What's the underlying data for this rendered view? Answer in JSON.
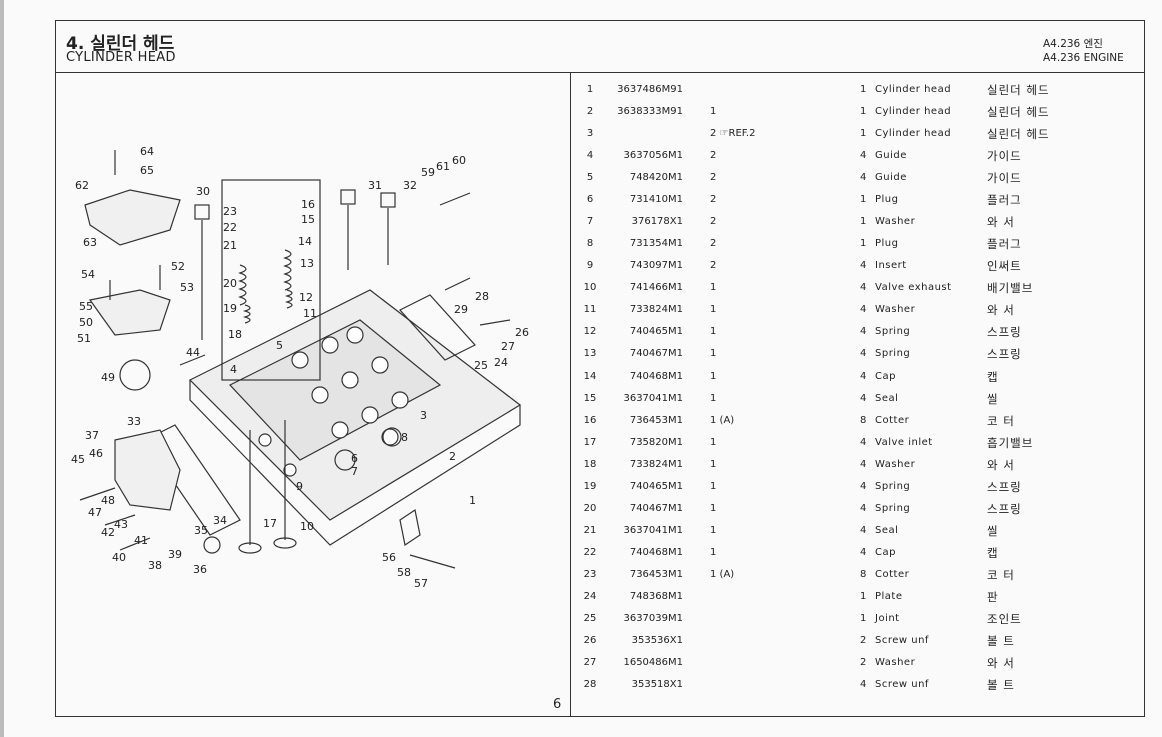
{
  "header": {
    "title_ko": "4. 실린더 헤드",
    "title_en": "CYLINDER HEAD",
    "engine_ko": "A4.236 엔진",
    "engine_en": "A4.236 ENGINE"
  },
  "page_number": "6",
  "diagram": {
    "callouts": [
      "64",
      "65",
      "62",
      "63",
      "30",
      "23",
      "22",
      "21",
      "20",
      "19",
      "18",
      "16",
      "15",
      "14",
      "13",
      "12",
      "11",
      "5",
      "4",
      "31",
      "32",
      "59",
      "61",
      "60",
      "28",
      "29",
      "26",
      "27",
      "24",
      "25",
      "54",
      "52",
      "53",
      "55",
      "50",
      "51",
      "44",
      "49",
      "33",
      "37",
      "46",
      "45",
      "48",
      "47",
      "43",
      "42",
      "41",
      "40",
      "39",
      "38",
      "35",
      "34",
      "36",
      "17",
      "10",
      "9",
      "6",
      "7",
      "8",
      "3",
      "2",
      "1",
      "56",
      "58",
      "57"
    ]
  },
  "parts": [
    {
      "idx": "1",
      "part": "3637486M91",
      "note": "",
      "qty": "1",
      "desc": "Cylinder head",
      "ko": "실린더 헤드"
    },
    {
      "idx": "2",
      "part": "3638333M91",
      "note": "1",
      "qty": "1",
      "desc": "Cylinder head",
      "ko": "실린더 헤드"
    },
    {
      "idx": "3",
      "part": "",
      "note": "2 ☞REF.2",
      "qty": "1",
      "desc": "Cylinder head",
      "ko": "실린더 헤드"
    },
    {
      "idx": "4",
      "part": "3637056M1",
      "note": "2",
      "qty": "4",
      "desc": "Guide",
      "ko": "가이드"
    },
    {
      "idx": "5",
      "part": "748420M1",
      "note": "2",
      "qty": "4",
      "desc": "Guide",
      "ko": "가이드"
    },
    {
      "idx": "6",
      "part": "731410M1",
      "note": "2",
      "qty": "1",
      "desc": "Plug",
      "ko": "플러그"
    },
    {
      "idx": "7",
      "part": "376178X1",
      "note": "2",
      "qty": "1",
      "desc": "Washer",
      "ko": "와  서"
    },
    {
      "idx": "8",
      "part": "731354M1",
      "note": "2",
      "qty": "1",
      "desc": "Plug",
      "ko": "플러그"
    },
    {
      "idx": "9",
      "part": "743097M1",
      "note": "2",
      "qty": "4",
      "desc": "Insert",
      "ko": "인써트"
    },
    {
      "idx": "10",
      "part": "741466M1",
      "note": "1",
      "qty": "4",
      "desc": "Valve exhaust",
      "ko": "배기밸브"
    },
    {
      "idx": "11",
      "part": "733824M1",
      "note": "1",
      "qty": "4",
      "desc": "Washer",
      "ko": "와  서"
    },
    {
      "idx": "12",
      "part": "740465M1",
      "note": "1",
      "qty": "4",
      "desc": "Spring",
      "ko": "스프링"
    },
    {
      "idx": "13",
      "part": "740467M1",
      "note": "1",
      "qty": "4",
      "desc": "Spring",
      "ko": "스프링"
    },
    {
      "idx": "14",
      "part": "740468M1",
      "note": "1",
      "qty": "4",
      "desc": "Cap",
      "ko": "캡"
    },
    {
      "idx": "15",
      "part": "3637041M1",
      "note": "1",
      "qty": "4",
      "desc": "Seal",
      "ko": "씰"
    },
    {
      "idx": "16",
      "part": "736453M1",
      "note": "1 (A)",
      "qty": "8",
      "desc": "Cotter",
      "ko": "코  터"
    },
    {
      "idx": "17",
      "part": "735820M1",
      "note": "1",
      "qty": "4",
      "desc": "Valve inlet",
      "ko": "흡기밸브"
    },
    {
      "idx": "18",
      "part": "733824M1",
      "note": "1",
      "qty": "4",
      "desc": "Washer",
      "ko": "와  서"
    },
    {
      "idx": "19",
      "part": "740465M1",
      "note": "1",
      "qty": "4",
      "desc": "Spring",
      "ko": "스프링"
    },
    {
      "idx": "20",
      "part": "740467M1",
      "note": "1",
      "qty": "4",
      "desc": "Spring",
      "ko": "스프링"
    },
    {
      "idx": "21",
      "part": "3637041M1",
      "note": "1",
      "qty": "4",
      "desc": "Seal",
      "ko": "씰"
    },
    {
      "idx": "22",
      "part": "740468M1",
      "note": "1",
      "qty": "4",
      "desc": "Cap",
      "ko": "캡"
    },
    {
      "idx": "23",
      "part": "736453M1",
      "note": "1 (A)",
      "qty": "8",
      "desc": "Cotter",
      "ko": "코  터"
    },
    {
      "idx": "24",
      "part": "748368M1",
      "note": "",
      "qty": "1",
      "desc": "Plate",
      "ko": "판"
    },
    {
      "idx": "25",
      "part": "3637039M1",
      "note": "",
      "qty": "1",
      "desc": "Joint",
      "ko": "조인트"
    },
    {
      "idx": "26",
      "part": "353536X1",
      "note": "",
      "qty": "2",
      "desc": "Screw unf",
      "ko": "볼  트"
    },
    {
      "idx": "27",
      "part": "1650486M1",
      "note": "",
      "qty": "2",
      "desc": "Washer",
      "ko": "와  서"
    },
    {
      "idx": "28",
      "part": "353518X1",
      "note": "",
      "qty": "4",
      "desc": "Screw unf",
      "ko": "볼  트"
    }
  ]
}
